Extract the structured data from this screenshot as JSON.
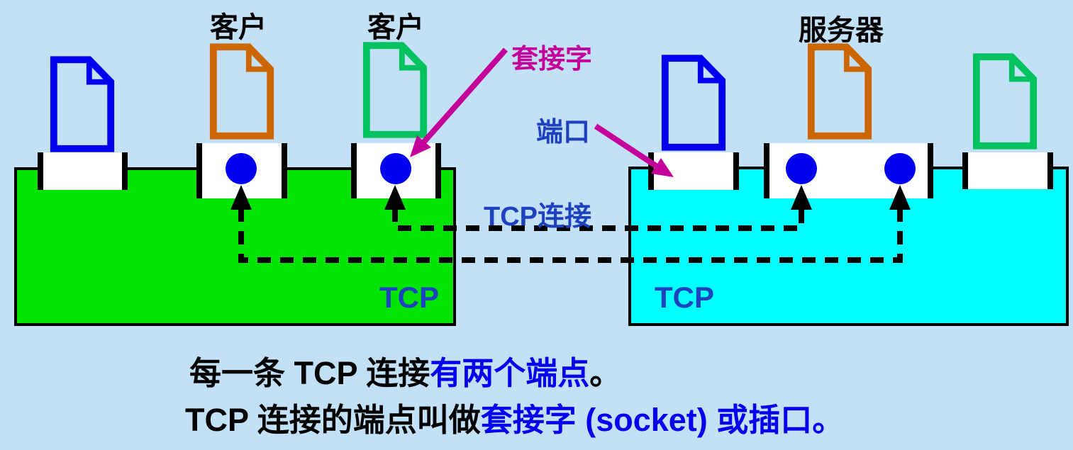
{
  "diagram": {
    "title_labels": {
      "client1": "客户",
      "client2": "客户",
      "server": "服务器"
    },
    "annotations": {
      "socket": "套接字",
      "port": "端口",
      "tcp_connection": "TCP连接"
    },
    "hosts": {
      "left": {
        "tcp_label": "TCP",
        "fill": "#00E400"
      },
      "right": {
        "tcp_label": "TCP",
        "fill": "#00FFFF"
      }
    },
    "documents": {
      "left": [
        {
          "name": "document-icon",
          "color": "#0000EE"
        },
        {
          "name": "document-icon",
          "color": "#CC6600"
        },
        {
          "name": "document-icon",
          "color": "#00C25E"
        }
      ],
      "right": [
        {
          "name": "document-icon",
          "color": "#0000EE"
        },
        {
          "name": "document-icon",
          "color": "#CC6600"
        },
        {
          "name": "document-icon",
          "color": "#00C25E"
        }
      ]
    },
    "sockets_count": 4,
    "colors": {
      "background": "#C3E1F6",
      "socket_dot": "#0000EE",
      "diagram_label_blue": "#1E41C0",
      "caption_blue": "#0000EE",
      "annotation_magenta": "#C4009A",
      "connection_dash": "#000000"
    },
    "caption": {
      "line1": [
        {
          "text": "每一条 TCP 连接"
        },
        {
          "text": "有两个端点"
        },
        {
          "text": "。"
        }
      ],
      "line2": [
        {
          "text": "TCP 连接的端点叫做"
        },
        {
          "text": "套接字 (socket) 或插口。"
        }
      ]
    }
  }
}
